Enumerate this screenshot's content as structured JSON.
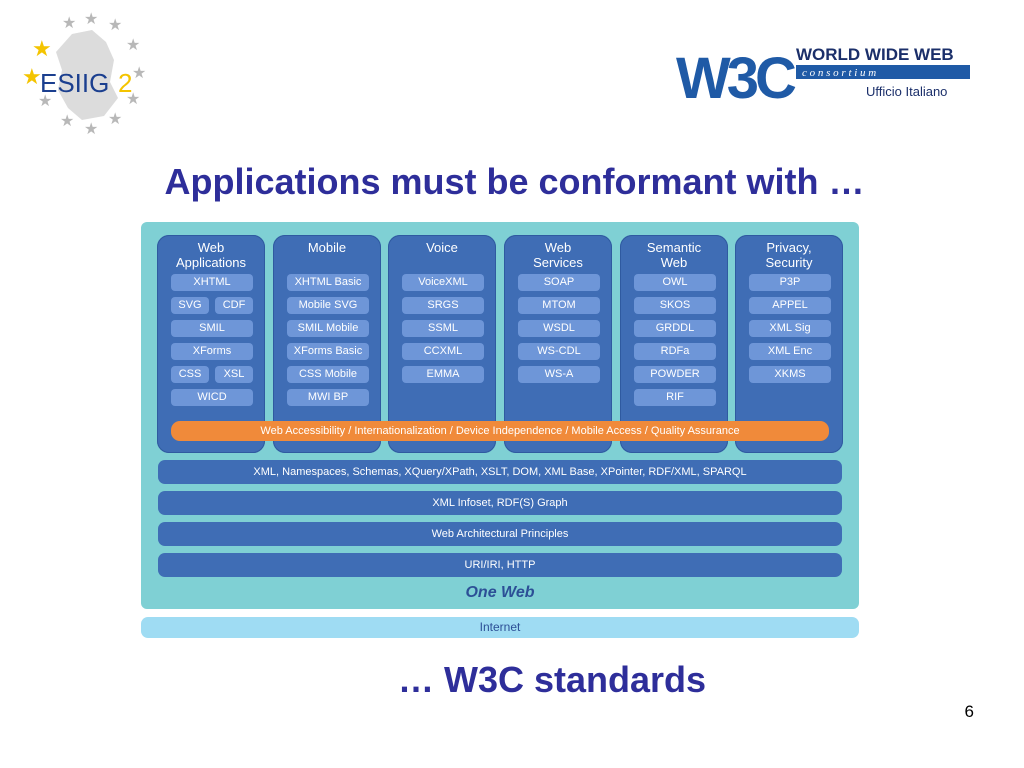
{
  "slide": {
    "title": "Applications must be conformant with …",
    "subtitle": "… W3C standards",
    "page_number": "6"
  },
  "logos": {
    "esiig": {
      "text_main": "ESIIG",
      "text_num": "2",
      "star_color": "#f4c400",
      "text_color": "#1b3f8f",
      "num_color": "#f4c400"
    },
    "w3c": {
      "mark": "W3C",
      "line1": "WORLD WIDE WEB",
      "line2": "c o n s o r t i u m",
      "line3": "Ufficio Italiano",
      "color": "#1f5aa6"
    }
  },
  "diagram": {
    "columns": [
      {
        "name": "Web Applications",
        "name_lines": [
          "Web",
          "Applications"
        ],
        "rows": [
          [
            "XHTML"
          ],
          [
            "SVG",
            "CDF"
          ],
          [
            "SMIL"
          ],
          [
            "XForms"
          ],
          [
            "CSS",
            "XSL"
          ],
          [
            "WICD"
          ]
        ]
      },
      {
        "name": "Mobile",
        "name_lines": [
          "Mobile"
        ],
        "rows": [
          [
            "XHTML Basic"
          ],
          [
            "Mobile SVG"
          ],
          [
            "SMIL Mobile"
          ],
          [
            "XForms Basic"
          ],
          [
            "CSS Mobile"
          ],
          [
            "MWI  BP"
          ]
        ]
      },
      {
        "name": "Voice",
        "name_lines": [
          "Voice"
        ],
        "rows": [
          [
            "VoiceXML"
          ],
          [
            "SRGS"
          ],
          [
            "SSML"
          ],
          [
            "CCXML"
          ],
          [
            "EMMA"
          ]
        ]
      },
      {
        "name": "Web Services",
        "name_lines": [
          "Web",
          "Services"
        ],
        "rows": [
          [
            "SOAP"
          ],
          [
            "MTOM"
          ],
          [
            "WSDL"
          ],
          [
            "WS-CDL"
          ],
          [
            "WS-A"
          ]
        ]
      },
      {
        "name": "Semantic Web",
        "name_lines": [
          "Semantic",
          "Web"
        ],
        "rows": [
          [
            "OWL"
          ],
          [
            "SKOS"
          ],
          [
            "GRDDL"
          ],
          [
            "RDFa"
          ],
          [
            "POWDER"
          ],
          [
            "RIF"
          ]
        ]
      },
      {
        "name": "Privacy, Security",
        "name_lines": [
          "Privacy,",
          "Security"
        ],
        "rows": [
          [
            "P3P"
          ],
          [
            "APPEL"
          ],
          [
            "XML Sig"
          ],
          [
            "XML Enc"
          ],
          [
            "XKMS"
          ]
        ]
      }
    ],
    "accessibility_band": "Web Accessibility / Internationalization / Device Independence / Mobile Access / Quality Assurance",
    "layers": [
      "XML, Namespaces, Schemas, XQuery/XPath, XSLT, DOM, XML Base, XPointer, RDF/XML, SPARQL",
      "XML Infoset, RDF(S) Graph",
      "Web Architectural Principles",
      "URI/IRI, HTTP"
    ],
    "one_web": "One Web",
    "internet": "Internet",
    "colors": {
      "column": "#3f6db5",
      "pill": "#6e96d8",
      "accent": "#f08a3a",
      "background": "#7fd0d4",
      "internet": "#9fdcf3"
    }
  }
}
